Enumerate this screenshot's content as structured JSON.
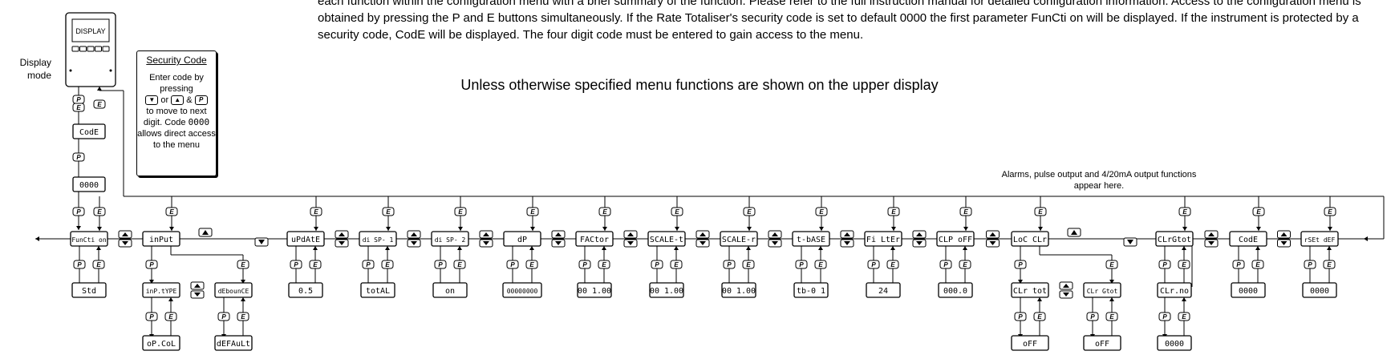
{
  "intro_text": "each function within the configuration menu with a brief summary of the function.  Please refer to the full instruction manual for detailed configuration information.  Access to the configuration menu is obtained by pressing the P and E buttons simultaneously.   If the Rate Totaliser's security code is set to default 0000 the first parameter FunCti on will be displayed.  If the instrument is protected by a security code, CodE will be displayed.  The four digit code must be entered to gain access to the menu.",
  "upper_display_note": "Unless otherwise specified menu functions are shown on the upper display",
  "display_mode_label": "Display mode",
  "instrument_screen_label": "DISPLAY",
  "security_code": {
    "heading": "Security Code",
    "line1": "Enter code by pressing",
    "line2": "or",
    "line3": "&",
    "line4": "to move to next digit. Code",
    "code": "0000",
    "line5": "allows direct access to the menu"
  },
  "alarm_note": "Alarms, pulse output and 4/20mA output functions appear here.",
  "keys": {
    "p": "P",
    "e": "E"
  },
  "entry_boxes": {
    "code_prompt": "CodE",
    "code_value": "0000"
  },
  "menu": [
    {
      "id": "function",
      "label": "FunCti on",
      "value": "Std"
    },
    {
      "id": "input",
      "label": "inPut",
      "sub": [
        {
          "label": "inP.tYPE",
          "value": "oP.CoL"
        },
        {
          "label": "dEbounCE",
          "value": "dEFAuLt"
        }
      ]
    },
    {
      "id": "update",
      "label": "uPdAtE",
      "value": "0.5"
    },
    {
      "id": "disp1",
      "label": "di SP- 1",
      "value": "totAL"
    },
    {
      "id": "disp2",
      "label": "di SP- 2",
      "value": "on"
    },
    {
      "id": "dp",
      "label": "dP",
      "value": "00000000"
    },
    {
      "id": "factor",
      "label": "FACtor",
      "value": "00 1.00"
    },
    {
      "id": "scalet",
      "label": "SCALE-t",
      "value": "00 1.00"
    },
    {
      "id": "scaler",
      "label": "SCALE-r",
      "value": "00 1.00"
    },
    {
      "id": "tbase",
      "label": "t-bASE",
      "value": "tb-0 1"
    },
    {
      "id": "filter",
      "label": "Fi LtEr",
      "value": "24"
    },
    {
      "id": "clpoff",
      "label": "CLP oFF",
      "value": "000.0"
    },
    {
      "id": "locclr",
      "label": "LoC CLr",
      "sub": [
        {
          "label": "CLr tot",
          "value": "oFF"
        },
        {
          "label": "CLr Gtot",
          "value": "oFF"
        }
      ]
    },
    {
      "id": "clrgtot",
      "label": "CLrGtot",
      "value": "CLr.no",
      "value2": "0000"
    },
    {
      "id": "code",
      "label": "CodE",
      "value": "0000"
    },
    {
      "id": "resetdef",
      "label": "rSEt dEF",
      "value": "0000"
    }
  ]
}
